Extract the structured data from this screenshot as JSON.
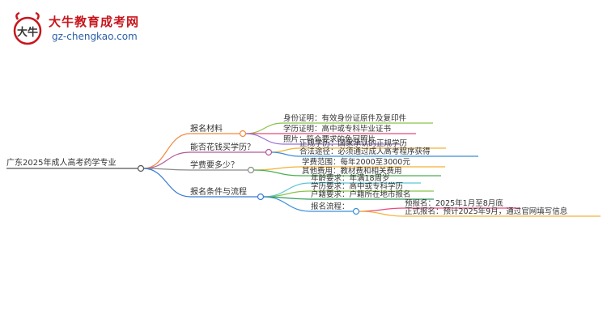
{
  "logo": {
    "title": "大牛教育成考网",
    "url": "gz-chengkao.com",
    "mark_text": "大牛"
  },
  "root": "广东2025年成人高考药学专业",
  "branches": [
    {
      "label": "报名材料",
      "color": "#f28a3c",
      "children": [
        {
          "label": "身份证明：有效身份证原件及复印件",
          "color": "#8bc34a"
        },
        {
          "label": "学历证明：高中或专科毕业证书",
          "color": "#e84a7a"
        },
        {
          "label": "照片：符合要求的免冠照片",
          "color": "#9c6fd6"
        }
      ]
    },
    {
      "label": "能否花钱买学历？",
      "color": "#b25a9a",
      "children": [
        {
          "label": "正规学历：国家承认的正规学历",
          "color": "#f2b134"
        },
        {
          "label": "合法途径：必须通过成人高考程序获得",
          "color": "#3b8fd9"
        }
      ]
    },
    {
      "label": "学费要多少？",
      "color": "#8a8a8a",
      "children": [
        {
          "label": "学费范围：每年2000至3000元",
          "color": "#f2b134"
        },
        {
          "label": "其他费用：教材费和相关费用",
          "color": "#4caf50"
        }
      ]
    },
    {
      "label": "报名条件与流程",
      "color": "#3a7bd5",
      "children": [
        {
          "label": "年龄要求：年满18周岁",
          "color": "#5cc6d6"
        },
        {
          "label": "学历要求：高中或专科学历",
          "color": "#8bc34a"
        },
        {
          "label": "户籍要求：户籍所在地市报名",
          "color": "#2e9a5a"
        },
        {
          "label": "报名流程：",
          "color": "#3b8fd9",
          "children": [
            {
              "label": "预报名：2025年1月至8月底",
              "color": "#e84a7a"
            },
            {
              "label": "正式报名：预计2025年9月，通过官网填写信息",
              "color": "#f2b134"
            }
          ]
        }
      ]
    }
  ]
}
